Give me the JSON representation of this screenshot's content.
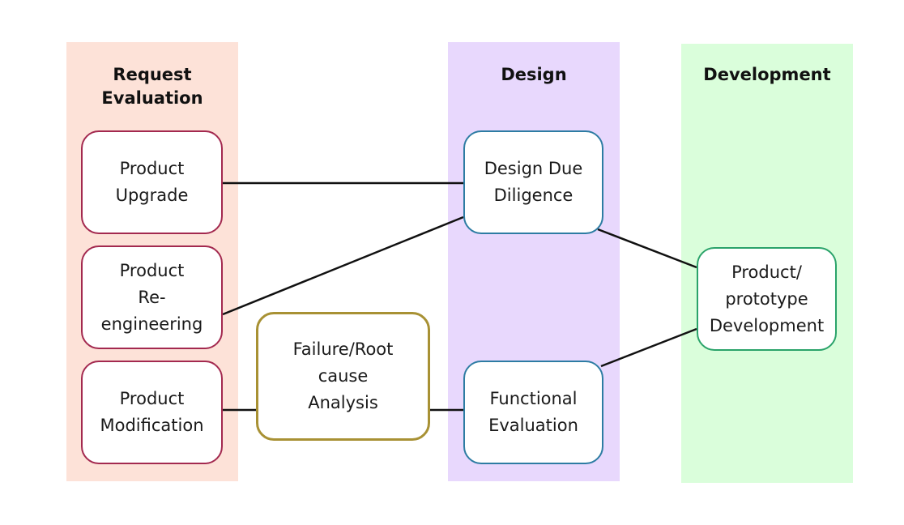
{
  "colors": {
    "lane_request": "#fde2d8",
    "lane_design": "#e8d8fd",
    "lane_development": "#dafedb",
    "border_request": "#a3294f",
    "border_design": "#2d7ca3",
    "border_development": "#2aa36a",
    "border_analysis": "#a89134",
    "connector": "#111111"
  },
  "lanes": {
    "request": {
      "title": "Request\nEvaluation"
    },
    "design": {
      "title": "Design"
    },
    "development": {
      "title": "Development"
    }
  },
  "nodes": {
    "product_upgrade": "Product\nUpgrade",
    "product_reengineering": "Product\nRe-engineering",
    "product_modification": "Product\nModification",
    "failure_root_cause": "Failure/Root\ncause\nAnalysis",
    "design_due_diligence": "Design Due\nDiligence",
    "functional_evaluation": "Functional\nEvaluation",
    "prototype_development": "Product/\nprototype\nDevelopment"
  },
  "connections": [
    {
      "from": "product_upgrade",
      "to": "design_due_diligence"
    },
    {
      "from": "product_reengineering",
      "to": "design_due_diligence"
    },
    {
      "from": "product_modification",
      "to": "failure_root_cause"
    },
    {
      "from": "failure_root_cause",
      "to": "functional_evaluation"
    },
    {
      "from": "design_due_diligence",
      "to": "prototype_development"
    },
    {
      "from": "functional_evaluation",
      "to": "prototype_development"
    }
  ]
}
